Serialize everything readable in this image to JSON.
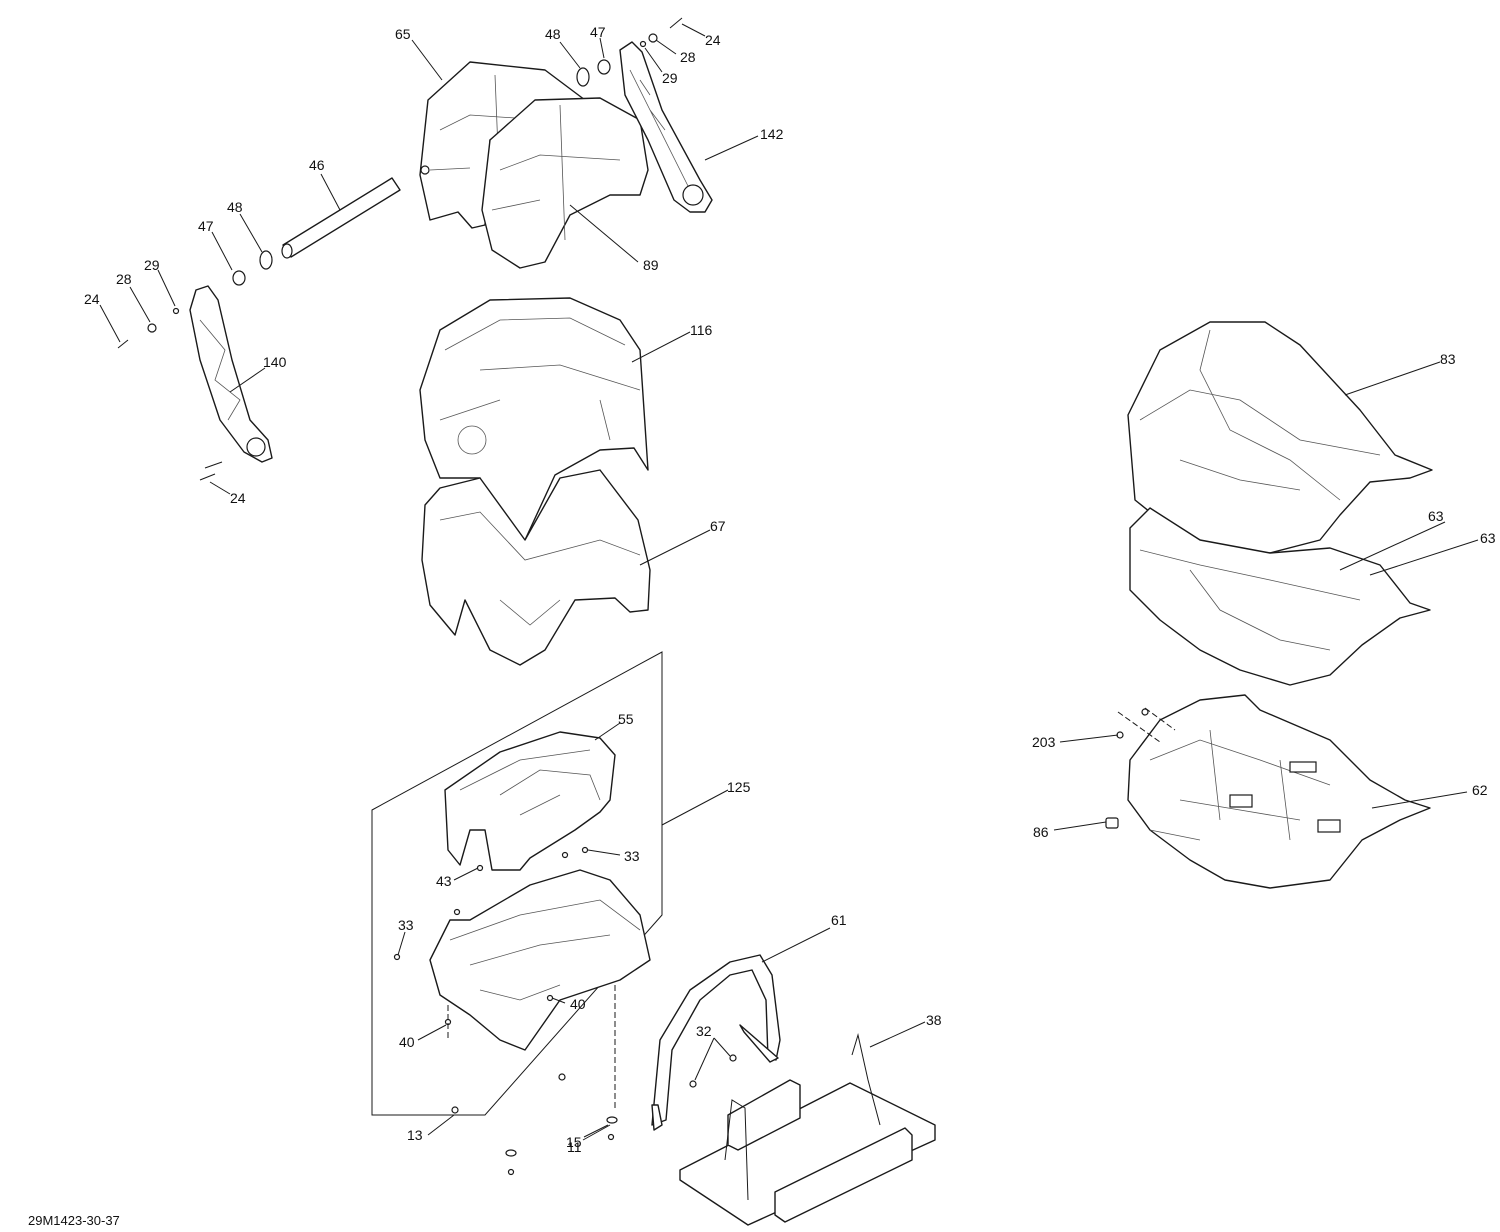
{
  "figure_reference": "29M1423-30-37",
  "callouts": [
    {
      "id": "c65",
      "text": "65"
    },
    {
      "id": "c48a",
      "text": "48"
    },
    {
      "id": "c47a",
      "text": "47"
    },
    {
      "id": "c24a",
      "text": "24"
    },
    {
      "id": "c28a",
      "text": "28"
    },
    {
      "id": "c29a",
      "text": "29"
    },
    {
      "id": "c142",
      "text": "142"
    },
    {
      "id": "c46",
      "text": "46"
    },
    {
      "id": "c48b",
      "text": "48"
    },
    {
      "id": "c47b",
      "text": "47"
    },
    {
      "id": "c89",
      "text": "89"
    },
    {
      "id": "c29b",
      "text": "29"
    },
    {
      "id": "c28b",
      "text": "28"
    },
    {
      "id": "c24b",
      "text": "24"
    },
    {
      "id": "c140",
      "text": "140"
    },
    {
      "id": "c24c",
      "text": "24"
    },
    {
      "id": "c116",
      "text": "116"
    },
    {
      "id": "c67",
      "text": "67"
    },
    {
      "id": "c83",
      "text": "83"
    },
    {
      "id": "c63a",
      "text": "63"
    },
    {
      "id": "c63b",
      "text": "63"
    },
    {
      "id": "c55",
      "text": "55"
    },
    {
      "id": "c125",
      "text": "125"
    },
    {
      "id": "c33a",
      "text": "33"
    },
    {
      "id": "c43",
      "text": "43"
    },
    {
      "id": "c33b",
      "text": "33"
    },
    {
      "id": "c40a",
      "text": "40"
    },
    {
      "id": "c40b",
      "text": "40"
    },
    {
      "id": "c61",
      "text": "61"
    },
    {
      "id": "c32",
      "text": "32"
    },
    {
      "id": "c38",
      "text": "38"
    },
    {
      "id": "c13",
      "text": "13"
    },
    {
      "id": "c15",
      "text": "15"
    },
    {
      "id": "c11",
      "text": "11"
    },
    {
      "id": "c203",
      "text": "203"
    },
    {
      "id": "c62",
      "text": "62"
    },
    {
      "id": "c86",
      "text": "86"
    }
  ]
}
